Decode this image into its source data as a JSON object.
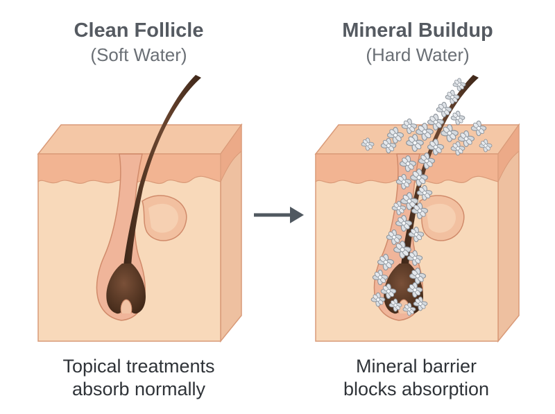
{
  "panels": {
    "left": {
      "title": "Clean Follicle",
      "subtitle": "(Soft Water)",
      "caption_line1": "Topical treatments",
      "caption_line2": "absorb normally"
    },
    "right": {
      "title": "Mineral Buildup",
      "subtitle": "(Hard Water)",
      "caption_line1": "Mineral barrier",
      "caption_line2": "blocks absorption"
    }
  },
  "arrow_icon": "right-arrow-icon",
  "colors": {
    "skin_top": "#f3c8a8",
    "skin_side": "#f1caa8",
    "skin_front": "#f7d8b8",
    "epidermis": "#f0b090",
    "hair": "#5a3a28",
    "mineral": "#c9ced4",
    "text_dark": "#2f3338",
    "text_title": "#555a61"
  }
}
